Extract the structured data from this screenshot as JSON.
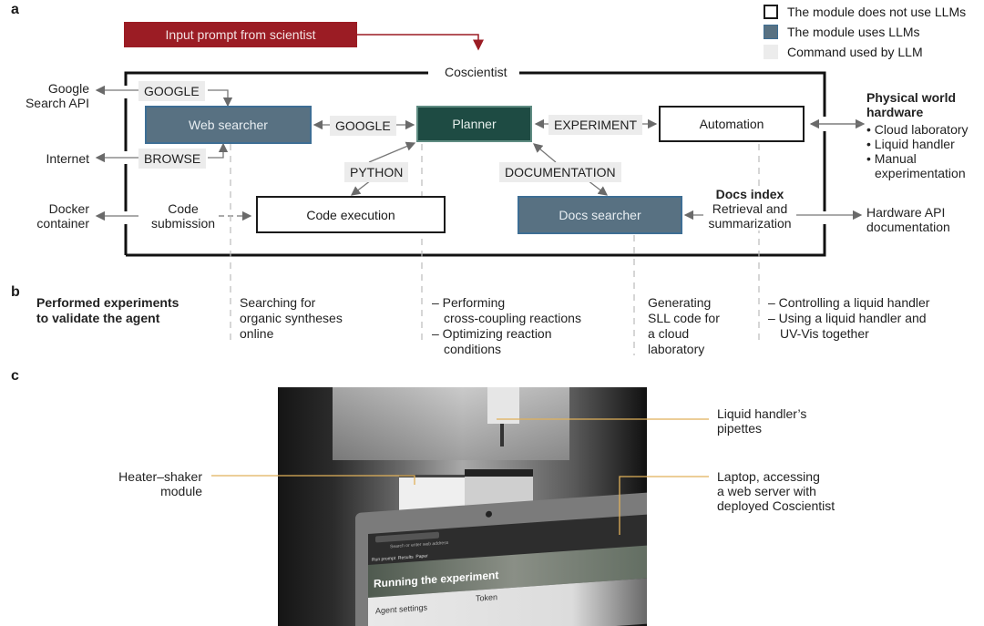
{
  "panels": {
    "a": "a",
    "b": "b",
    "c": "c"
  },
  "legend": [
    {
      "label": "The module does not use LLMs",
      "swatch": "outline",
      "color": "#1a1a1a"
    },
    {
      "label": "The module uses LLMs",
      "swatch": "filled",
      "color": "#587182"
    },
    {
      "label": "Command used by LLM",
      "swatch": "light",
      "color": "#ececec"
    }
  ],
  "input_prompt": {
    "label": "Input prompt from scientist",
    "color": "#9b1c24"
  },
  "system_title": "Coscientist",
  "modules": {
    "web_searcher": "Web searcher",
    "planner": "Planner",
    "automation": "Automation",
    "code_execution": "Code execution",
    "docs_searcher": "Docs searcher"
  },
  "commands": {
    "google_top": "GOOGLE",
    "browse": "BROWSE",
    "google_mid": "GOOGLE",
    "experiment": "EXPERIMENT",
    "python": "PYTHON",
    "documentation": "DOCUMENTATION"
  },
  "external": {
    "google_api": [
      "Google",
      "Search API"
    ],
    "internet": "Internet",
    "docker": [
      "Docker",
      "container"
    ],
    "code_submission": [
      "Code",
      "submission"
    ],
    "docs_index_title": "Docs index",
    "docs_index_sub": [
      "Retrieval and",
      "summarization"
    ],
    "hardware_api": [
      "Hardware API",
      "documentation"
    ],
    "physical_title": [
      "Physical world",
      "hardware"
    ],
    "physical_items": [
      "Cloud laboratory",
      "Liquid handler",
      "Manual experimentation"
    ]
  },
  "experiments": {
    "heading": [
      "Performed experiments",
      "to validate the agent"
    ],
    "col1": [
      "Searching for",
      "organic syntheses",
      "online"
    ],
    "col2": [
      "– Performing",
      "cross-coupling reactions",
      "– Optimizing reaction",
      "conditions"
    ],
    "col3": [
      "Generating",
      "SLL code for",
      "a cloud",
      "laboratory"
    ],
    "col4": [
      "– Controlling a liquid handler",
      "– Using a liquid handler and",
      "UV-Vis together"
    ]
  },
  "photo": {
    "callouts": {
      "pipettes": [
        "Liquid handler’s",
        "pipettes"
      ],
      "heater": [
        "Heater–shaker",
        "module"
      ],
      "laptop": [
        "Laptop, accessing",
        "a web server with",
        "deployed Coscientist"
      ]
    },
    "screen": {
      "nav": [
        "Run prompt",
        "Results",
        "Paper"
      ],
      "address": "Search or enter web address",
      "title": "Running the experiment",
      "section1": "Agent settings",
      "section2": "Token"
    },
    "callout_color": "#e0b15a"
  }
}
